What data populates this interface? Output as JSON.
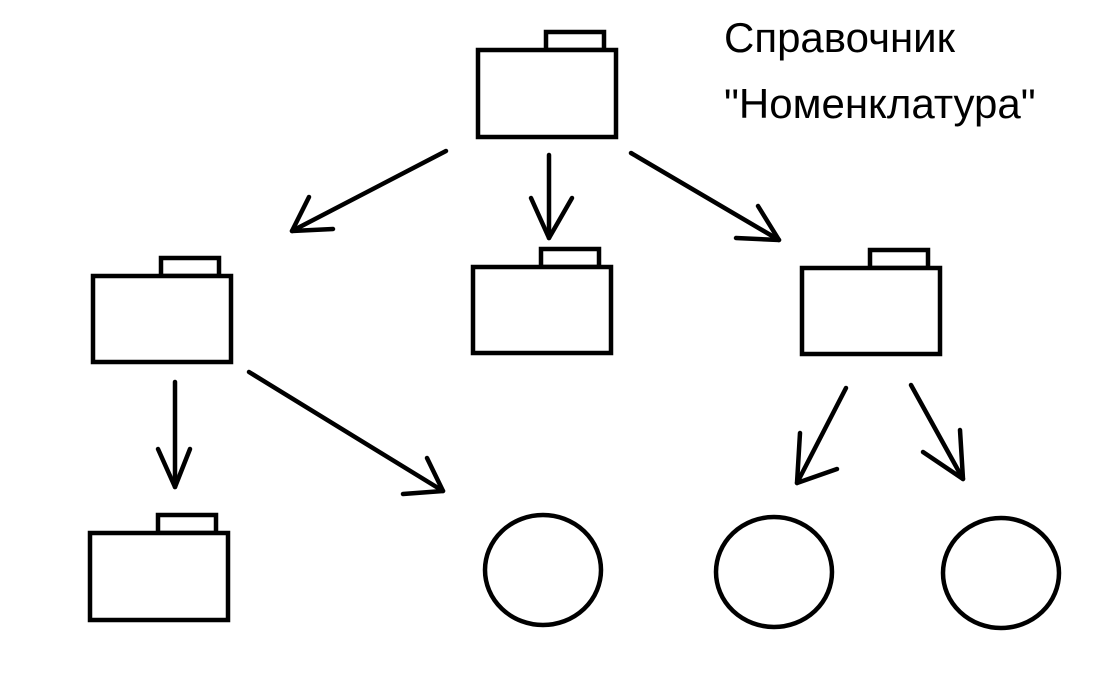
{
  "title": {
    "line1": "Справочник",
    "line2": "\"Номенклатура\""
  },
  "colors": {
    "background": "#ffffff",
    "ink": "#000000"
  },
  "nodes": [
    {
      "id": "root",
      "kind": "folder"
    },
    {
      "id": "group-left",
      "kind": "folder"
    },
    {
      "id": "group-middle",
      "kind": "folder"
    },
    {
      "id": "group-right",
      "kind": "folder"
    },
    {
      "id": "subgroup-left",
      "kind": "folder"
    },
    {
      "id": "item-1",
      "kind": "element"
    },
    {
      "id": "item-2",
      "kind": "element"
    },
    {
      "id": "item-3",
      "kind": "element"
    }
  ],
  "edges": [
    {
      "from": "root",
      "to": "group-left"
    },
    {
      "from": "root",
      "to": "group-middle"
    },
    {
      "from": "root",
      "to": "group-right"
    },
    {
      "from": "group-left",
      "to": "subgroup-left"
    },
    {
      "from": "group-left",
      "to": "item-1"
    },
    {
      "from": "group-right",
      "to": "item-2"
    },
    {
      "from": "group-right",
      "to": "item-3"
    }
  ]
}
